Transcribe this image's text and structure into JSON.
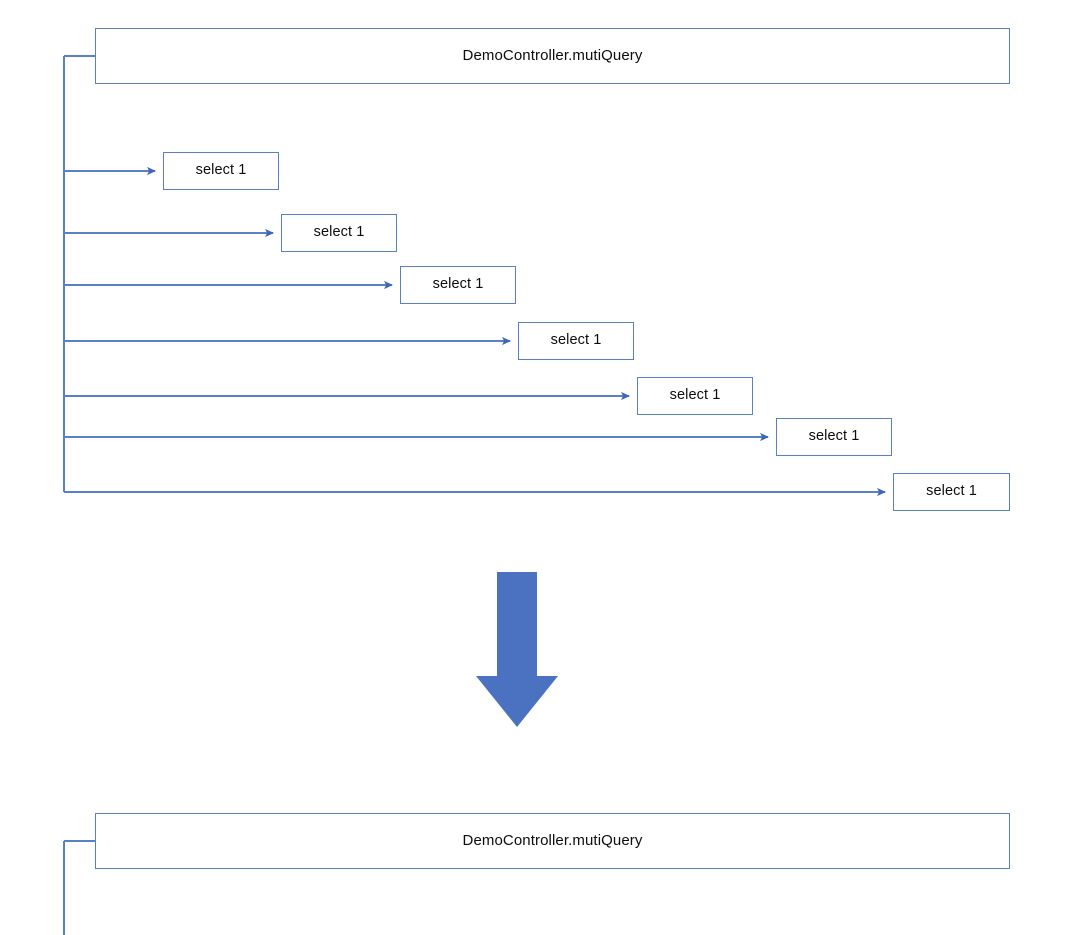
{
  "diagram": {
    "title_top": "DemoController.mutiQuery",
    "title_bottom": "DemoController.mutiQuery",
    "colors": {
      "line": "#5B7FC4",
      "box_border": "#5B7FC4",
      "box_fill": "#FFFFFF",
      "arrow_fill": "#4A72C0",
      "text": "#0D0D0D",
      "background": "#FFFFFF"
    },
    "top_section": {
      "root_label": "DemoController.mutiQuery",
      "branches": [
        {
          "label": "select 1"
        },
        {
          "label": "select 1"
        },
        {
          "label": "select 1"
        },
        {
          "label": "select 1"
        },
        {
          "label": "select 1"
        },
        {
          "label": "select 1"
        },
        {
          "label": "select 1"
        }
      ]
    },
    "divider": {
      "icon": "down-arrow-icon"
    },
    "bottom_section": {
      "root_label": "DemoController.mutiQuery"
    }
  }
}
